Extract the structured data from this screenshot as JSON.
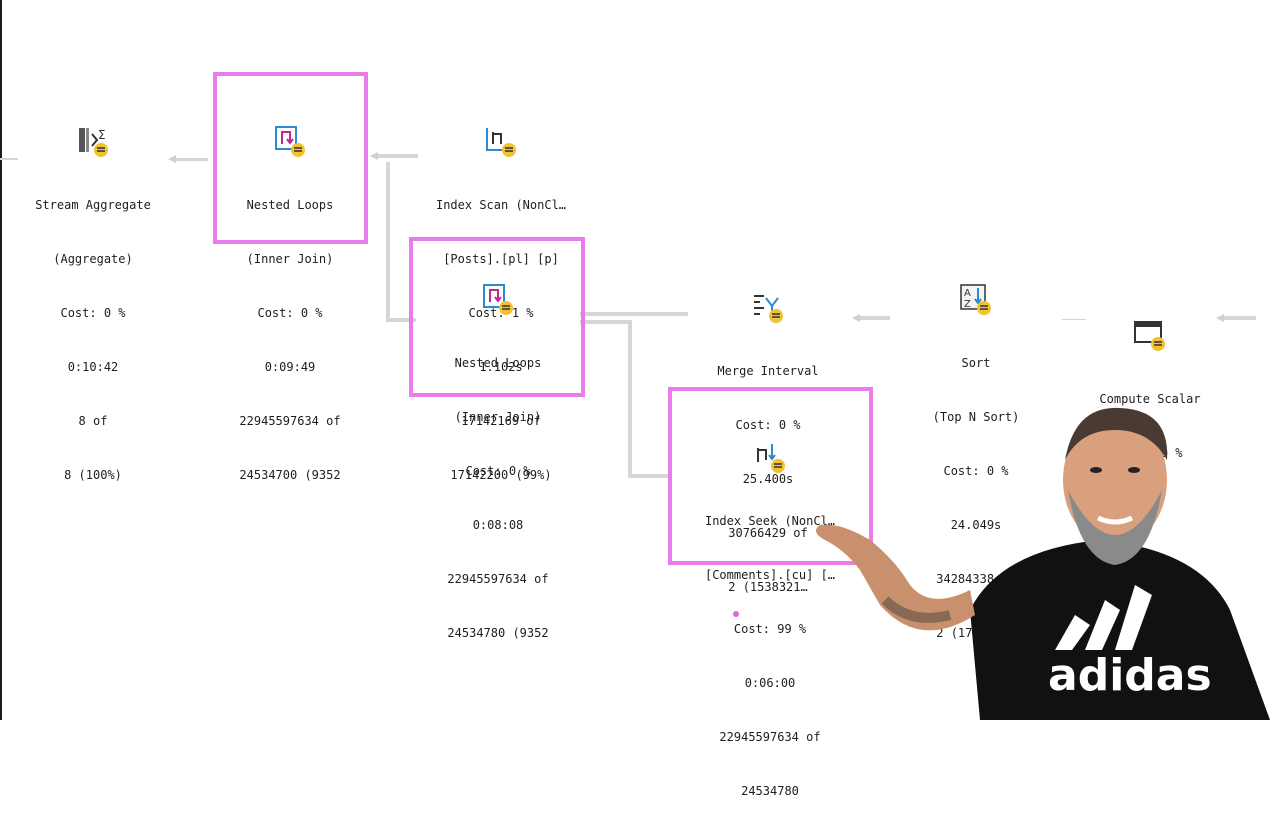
{
  "plan": {
    "nodes": [
      {
        "id": "stream-aggregate",
        "icon": "stream-aggregate-icon",
        "lines": [
          "Stream Aggregate",
          "(Aggregate)",
          "Cost: 0 %",
          "0:10:42",
          "8 of",
          "8 (100%)"
        ]
      },
      {
        "id": "nested-loops-1",
        "icon": "nested-loops-icon",
        "lines": [
          "Nested Loops",
          "(Inner Join)",
          "Cost: 0 %",
          "0:09:49",
          "22945597634 of",
          "24534700 (9352"
        ]
      },
      {
        "id": "index-scan",
        "icon": "index-scan-icon",
        "lines": [
          "Index Scan (NonCl…",
          "[Posts].[pl] [p]",
          "Cost: 1 %",
          "1.102s",
          "17142169 of",
          "17142200 (99%)"
        ]
      },
      {
        "id": "nested-loops-2",
        "icon": "nested-loops-icon",
        "lines": [
          "Nested Loops",
          "(Inner Join)",
          "Cost: 0 %",
          "0:08:08",
          "22945597634 of",
          "24534780 (9352"
        ]
      },
      {
        "id": "merge-interval",
        "icon": "merge-interval-icon",
        "lines": [
          "Merge Interval",
          "Cost: 0 %",
          "25.400s",
          "30766429 of",
          "2 (1538321…"
        ]
      },
      {
        "id": "sort",
        "icon": "sort-icon",
        "lines": [
          "Sort",
          "(Top N Sort)",
          "Cost: 0 %",
          "24.049s",
          "34284338 of",
          "2 (1714216…"
        ]
      },
      {
        "id": "compute-scalar",
        "icon": "compute-scalar-icon",
        "lines": [
          "Compute Scalar",
          "Cost: 0 %"
        ]
      },
      {
        "id": "index-seek",
        "icon": "index-seek-icon",
        "lines": [
          "Index Seek (NonCl…",
          "[Comments].[cu] […",
          "Cost: 99 %",
          "0:06:00",
          "22945597634 of",
          "24534780"
        ]
      }
    ]
  },
  "colors": {
    "highlight": "#ea7bea",
    "connector": "#d6d6d6",
    "shirt": "#111111",
    "skin": "#d9a07e"
  },
  "presenter": {
    "shirt_text": "adidas"
  }
}
